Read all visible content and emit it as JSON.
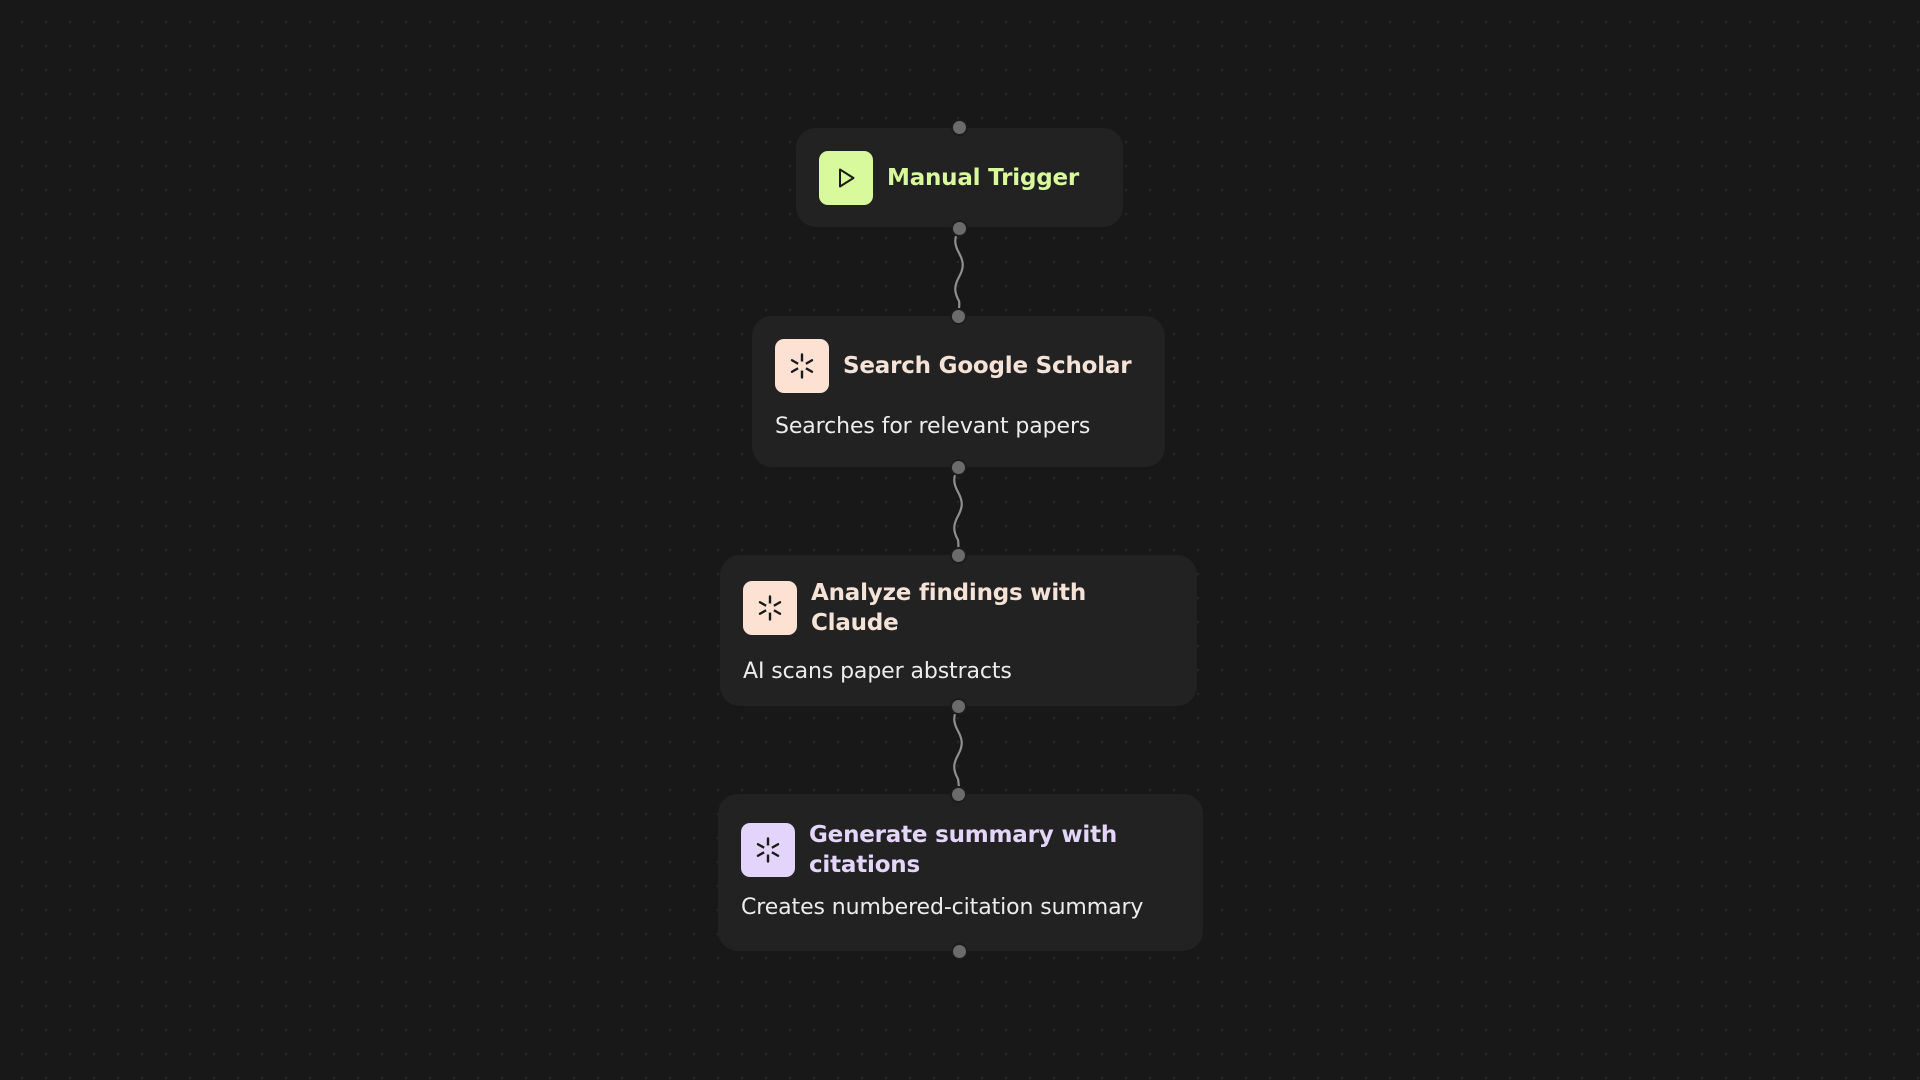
{
  "workflow": {
    "nodes": [
      {
        "id": "trigger",
        "title": "Manual Trigger",
        "description": "",
        "icon": "play-icon",
        "accent": "#d9f99d"
      },
      {
        "id": "search",
        "title": "Search Google Scholar",
        "description": "Searches for relevant papers",
        "icon": "asterisk-icon",
        "accent": "#fde2d4"
      },
      {
        "id": "analyze",
        "title": "Analyze findings with Claude",
        "description": "AI scans paper abstracts",
        "icon": "asterisk-icon",
        "accent": "#fde2d4"
      },
      {
        "id": "summary",
        "title": "Generate summary with citations",
        "description": "Creates numbered-citation summary",
        "icon": "asterisk-icon",
        "accent": "#e2d4fb"
      }
    ],
    "connections": [
      {
        "from": "trigger",
        "to": "search"
      },
      {
        "from": "search",
        "to": "analyze"
      },
      {
        "from": "analyze",
        "to": "summary"
      }
    ]
  }
}
